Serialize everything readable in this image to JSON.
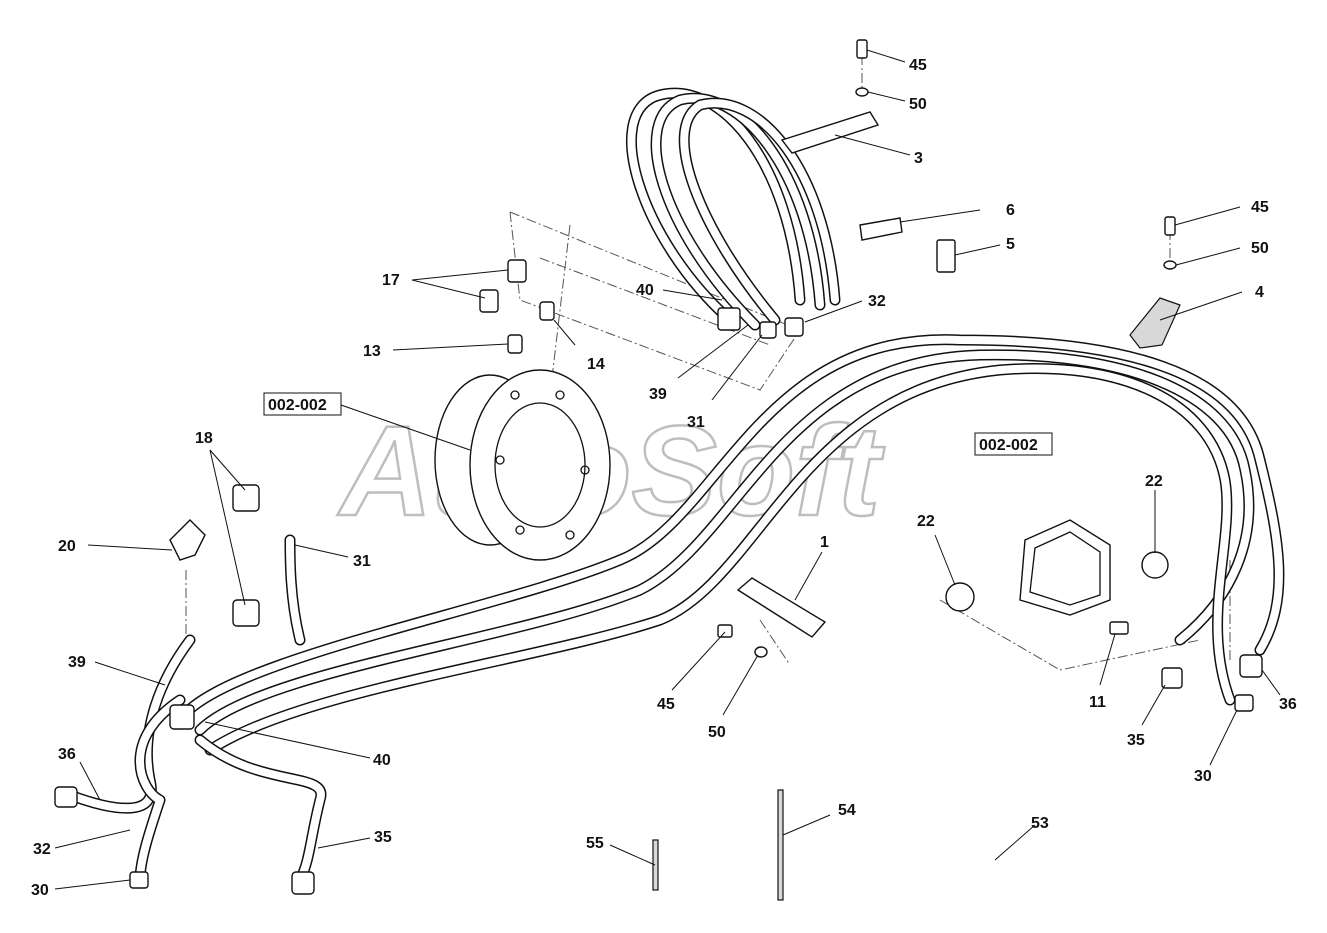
{
  "watermark": "AutoSoft",
  "references": [
    "002-002",
    "002-002"
  ],
  "callouts": [
    {
      "id": "c45a",
      "text": "45"
    },
    {
      "id": "c50a",
      "text": "50"
    },
    {
      "id": "c3",
      "text": "3"
    },
    {
      "id": "c6",
      "text": "6"
    },
    {
      "id": "c5",
      "text": "5"
    },
    {
      "id": "c45b",
      "text": "45"
    },
    {
      "id": "c50b",
      "text": "50"
    },
    {
      "id": "c4",
      "text": "4"
    },
    {
      "id": "c17",
      "text": "17"
    },
    {
      "id": "c40a",
      "text": "40"
    },
    {
      "id": "c32a",
      "text": "32"
    },
    {
      "id": "c13",
      "text": "13"
    },
    {
      "id": "c14",
      "text": "14"
    },
    {
      "id": "c39a",
      "text": "39"
    },
    {
      "id": "c31a",
      "text": "31"
    },
    {
      "id": "c18",
      "text": "18"
    },
    {
      "id": "c22a",
      "text": "22"
    },
    {
      "id": "c22b",
      "text": "22"
    },
    {
      "id": "c20",
      "text": "20"
    },
    {
      "id": "c31b",
      "text": "31"
    },
    {
      "id": "c1",
      "text": "1"
    },
    {
      "id": "c39b",
      "text": "39"
    },
    {
      "id": "c45c",
      "text": "45"
    },
    {
      "id": "c50c",
      "text": "50"
    },
    {
      "id": "c11",
      "text": "11"
    },
    {
      "id": "c36a",
      "text": "36"
    },
    {
      "id": "c35a",
      "text": "35"
    },
    {
      "id": "c30a",
      "text": "30"
    },
    {
      "id": "c40b",
      "text": "40"
    },
    {
      "id": "c36b",
      "text": "36"
    },
    {
      "id": "c32b",
      "text": "32"
    },
    {
      "id": "c35b",
      "text": "35"
    },
    {
      "id": "c30b",
      "text": "30"
    },
    {
      "id": "c54",
      "text": "54"
    },
    {
      "id": "c55",
      "text": "55"
    },
    {
      "id": "c53",
      "text": "53"
    }
  ]
}
